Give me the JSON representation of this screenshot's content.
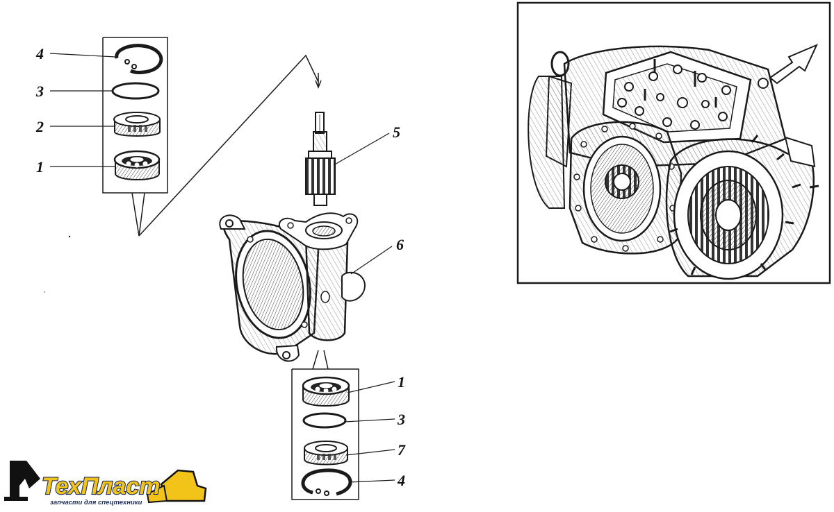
{
  "labels": {
    "top_stack": {
      "ring": "4",
      "seal": "3",
      "cage": "2",
      "bearing": "1"
    },
    "shaft": "5",
    "housing": "6",
    "bottom_stack": {
      "bearing": "1",
      "seal": "3",
      "cage": "7",
      "ring": "4"
    }
  },
  "logo": {
    "brand": "ТехПласт",
    "tagline": "запчасти для спецтехники",
    "colors": {
      "yellow": "#f2c41a",
      "navy": "#1c2c5a",
      "black": "#111111"
    }
  }
}
